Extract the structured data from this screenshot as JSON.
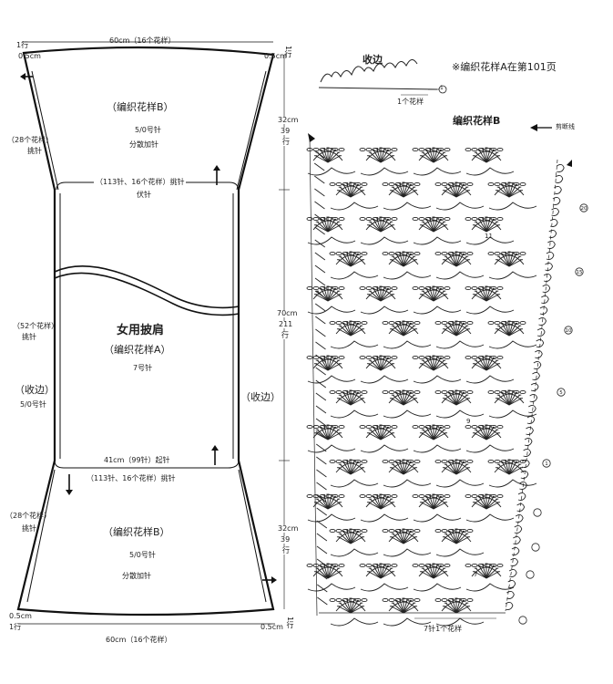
{
  "schematic": {
    "top_width": "60cm（16个花样）",
    "top_left_margin": "0.5cm",
    "top_left_row": "1行",
    "top_right_margin": "0.5cm",
    "top_right_row": "1行",
    "upper_side_rows": "（28个花样）",
    "upper_side_note": "挑针",
    "upper_section_title": "（编织花样B）",
    "upper_section_hook": "5/0号针",
    "upper_section_increase": "分散加针",
    "upper_pickup": "（113针、16个花样）挑针",
    "upper_bind_off": "伏针",
    "main_title": "女用披肩",
    "main_pattern": "（编织花样A）",
    "main_hook": "7号针",
    "main_left_rows": "（52个花样）",
    "main_left_note": "挑针",
    "left_edging": "（收边）",
    "left_edging_hook": "5/0号针",
    "right_edging": "（收边）",
    "height_main_cm": "70cm",
    "height_main_rows": "211",
    "height_main_unit": "行",
    "height_top_cm": "32cm",
    "height_top_rows": "39",
    "height_top_unit": "行",
    "height_bottom_cm": "32cm",
    "height_bottom_rows": "39",
    "height_bottom_unit": "行",
    "cast_on": "41cm（99针）起针",
    "lower_pickup": "（113针、16个花样）挑针",
    "lower_section_title": "（编织花样B）",
    "lower_section_hook": "5/0号针",
    "lower_section_increase": "分散加针",
    "lower_side_rows": "（28个花样）",
    "lower_side_note": "挑针",
    "bottom_left_margin": "0.5cm",
    "bottom_left_row": "1行",
    "bottom_right_margin": "0.5cm",
    "bottom_right_row": "1行",
    "bottom_width": "60cm（16个花样）"
  },
  "edging_chart": {
    "title": "收边",
    "repeat_label": "1个花样",
    "row_marker": "1"
  },
  "pattern_note": "※编织花样A在第101页",
  "pattern_b_chart": {
    "title": "编织花样B",
    "cut_yarn_label": "剪断线",
    "bottom_label": "7针1个花样",
    "left_row_top": "32cm",
    "left_row_top_rows": "39",
    "center_row_numbers": [
      "11",
      "9",
      "7"
    ],
    "right_row_markers": [
      "20",
      "15",
      "10",
      "5",
      "1"
    ]
  }
}
